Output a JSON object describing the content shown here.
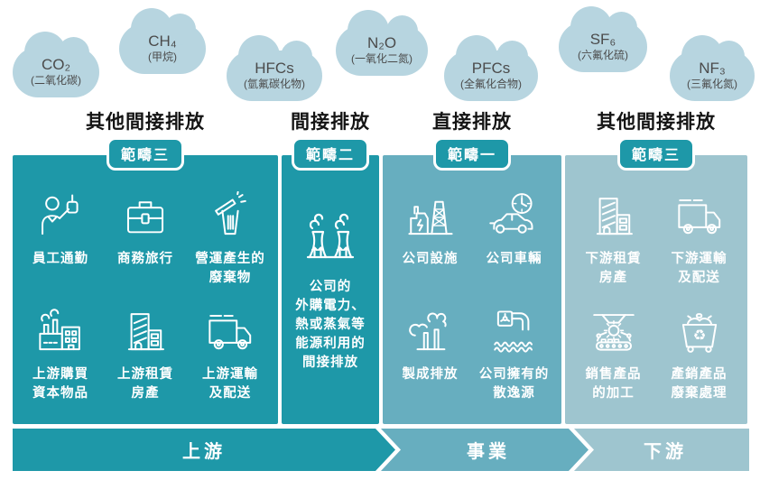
{
  "gases": [
    {
      "formula": "CO₂",
      "name": "(二氧化碳)"
    },
    {
      "formula": "CH₄",
      "name": "(甲烷)"
    },
    {
      "formula": "HFCs",
      "name": "(氫氟碳化物)"
    },
    {
      "formula": "N₂O",
      "name": "(一氧化二氮)"
    },
    {
      "formula": "PFCs",
      "name": "(全氟化合物)"
    },
    {
      "formula": "SF₆",
      "name": "(六氟化硫)"
    },
    {
      "formula": "NF₃",
      "name": "(三氟化氮)"
    }
  ],
  "columns": [
    {
      "header": "其他間接排放",
      "badge": "範疇三",
      "items": [
        {
          "icon": "commuter-icon",
          "label": "員工通勤"
        },
        {
          "icon": "briefcase-icon",
          "label": "商務旅行"
        },
        {
          "icon": "trash-icon",
          "label": "營運產生的\n廢棄物"
        },
        {
          "icon": "factory-icon",
          "label": "上游購買\n資本物品"
        },
        {
          "icon": "building-icon",
          "label": "上游租賃\n房產"
        },
        {
          "icon": "truck-icon",
          "label": "上游運輸\n及配送"
        }
      ]
    },
    {
      "header": "間接排放",
      "badge": "範疇二",
      "items": [
        {
          "icon": "power-plant-icon",
          "label": "公司的\n外購電力、\n熱或蒸氣等\n能源利用的\n間接排放"
        }
      ]
    },
    {
      "header": "直接排放",
      "badge": "範疇一",
      "items": [
        {
          "icon": "facility-icon",
          "label": "公司設施"
        },
        {
          "icon": "car-clock-icon",
          "label": "公司車輛"
        },
        {
          "icon": "process-emission-icon",
          "label": "製成排放"
        },
        {
          "icon": "fugitive-source-icon",
          "label": "公司擁有的\n散逸源"
        }
      ]
    },
    {
      "header": "其他間接排放",
      "badge": "範疇三",
      "items": [
        {
          "icon": "building-icon",
          "label": "下游租賃\n房產"
        },
        {
          "icon": "truck-icon",
          "label": "下游運輸\n及配送"
        },
        {
          "icon": "processing-icon",
          "label": "銷售產品\n的加工"
        },
        {
          "icon": "disposal-icon",
          "label": "產銷產品\n廢棄處理"
        }
      ]
    }
  ],
  "flow": [
    {
      "label": "上游"
    },
    {
      "label": "事業"
    },
    {
      "label": "下游"
    }
  ],
  "colors": {
    "teal_dark": "#1e98a8",
    "teal_mid": "#67aebf",
    "teal_light": "#9ec5cf",
    "cloud_blue": "#b7d5e0",
    "badge_teal": "#1e98a8",
    "header_text": "#141414"
  }
}
